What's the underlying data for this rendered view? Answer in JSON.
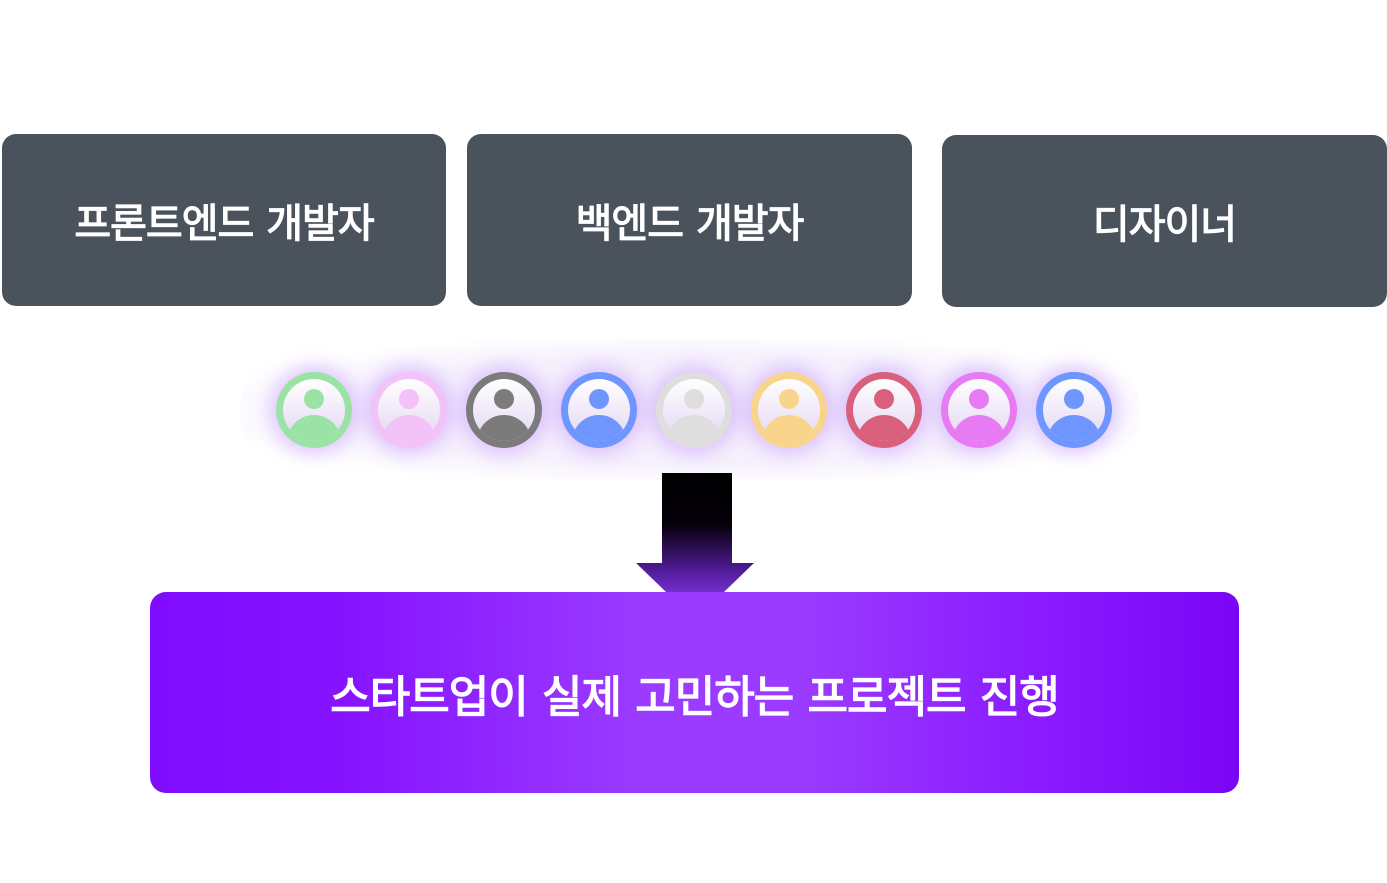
{
  "roles": [
    {
      "label": "프론트엔드 개발자"
    },
    {
      "label": "백엔드 개발자"
    },
    {
      "label": "디자이너"
    }
  ],
  "avatars": [
    {
      "color": "#9be3a4"
    },
    {
      "color": "#f2c2f9"
    },
    {
      "color": "#7b7b7b"
    },
    {
      "color": "#6f96ff"
    },
    {
      "color": "#dedede"
    },
    {
      "color": "#f8d58a"
    },
    {
      "color": "#d8607c"
    },
    {
      "color": "#e77bf4"
    },
    {
      "color": "#6f96ff"
    }
  ],
  "colors": {
    "role_box": "#4a525b",
    "result_box": "#8613ff",
    "arrow_top": "#000000",
    "arrow_bottom": "#9a4dff"
  },
  "result": {
    "label": "스타트업이 실제 고민하는 프로젝트 진행"
  }
}
